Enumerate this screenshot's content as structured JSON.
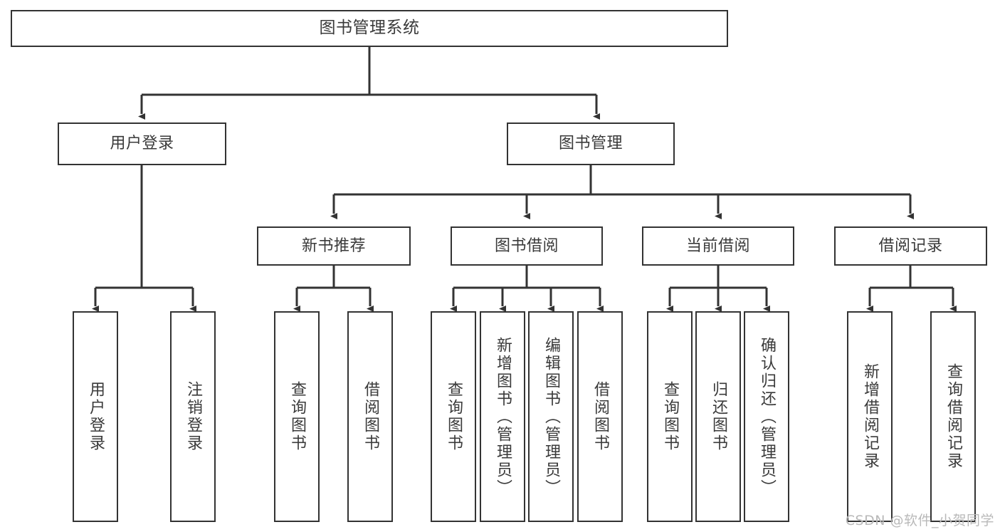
{
  "diagram": {
    "type": "tree-hierarchy",
    "title": "图书管理系统",
    "root": {
      "id": "root",
      "label": "图书管理系统",
      "orientation": "horizontal"
    },
    "level1": [
      {
        "id": "user-login",
        "label": "用户登录",
        "orientation": "horizontal"
      },
      {
        "id": "book-manage",
        "label": "图书管理",
        "orientation": "horizontal"
      }
    ],
    "level2": [
      {
        "id": "new-book-rec",
        "label": "新书推荐",
        "orientation": "horizontal",
        "parent": "book-manage"
      },
      {
        "id": "book-borrow",
        "label": "图书借阅",
        "orientation": "horizontal",
        "parent": "book-manage"
      },
      {
        "id": "current-borrow",
        "label": "当前借阅",
        "orientation": "horizontal",
        "parent": "book-manage"
      },
      {
        "id": "borrow-record",
        "label": "借阅记录",
        "orientation": "horizontal",
        "parent": "book-manage"
      }
    ],
    "leaves": [
      {
        "id": "leaf-user-login",
        "label": "用户登录",
        "orientation": "vertical",
        "parent": "user-login"
      },
      {
        "id": "leaf-user-logout",
        "label": "注销登录",
        "orientation": "vertical",
        "parent": "user-login"
      },
      {
        "id": "leaf-query-book-1",
        "label": "查询图书",
        "orientation": "vertical",
        "parent": "new-book-rec"
      },
      {
        "id": "leaf-borrow-book-1",
        "label": "借阅图书",
        "orientation": "vertical",
        "parent": "new-book-rec"
      },
      {
        "id": "leaf-query-book-2",
        "label": "查询图书",
        "orientation": "vertical",
        "parent": "book-borrow"
      },
      {
        "id": "leaf-add-book",
        "label": "新增图书（管理员）",
        "orientation": "vertical",
        "parent": "book-borrow"
      },
      {
        "id": "leaf-edit-book",
        "label": "编辑图书（管理员）",
        "orientation": "vertical",
        "parent": "book-borrow"
      },
      {
        "id": "leaf-borrow-book-2",
        "label": "借阅图书",
        "orientation": "vertical",
        "parent": "book-borrow"
      },
      {
        "id": "leaf-query-book-3",
        "label": "查询图书",
        "orientation": "vertical",
        "parent": "current-borrow"
      },
      {
        "id": "leaf-return-book",
        "label": "归还图书",
        "orientation": "vertical",
        "parent": "current-borrow"
      },
      {
        "id": "leaf-confirm-return",
        "label": "确认归还（管理员）",
        "orientation": "vertical",
        "parent": "current-borrow"
      },
      {
        "id": "leaf-add-record",
        "label": "新增借阅记录",
        "orientation": "vertical",
        "parent": "borrow-record"
      },
      {
        "id": "leaf-query-record",
        "label": "查询借阅记录",
        "orientation": "vertical",
        "parent": "borrow-record"
      }
    ],
    "colors": {
      "stroke": "#333333",
      "text": "#3a3a3a",
      "background": "#ffffff",
      "watermark": "#b9b9b9"
    }
  },
  "watermark": {
    "text": "CSDN @软件_小贺同学"
  }
}
